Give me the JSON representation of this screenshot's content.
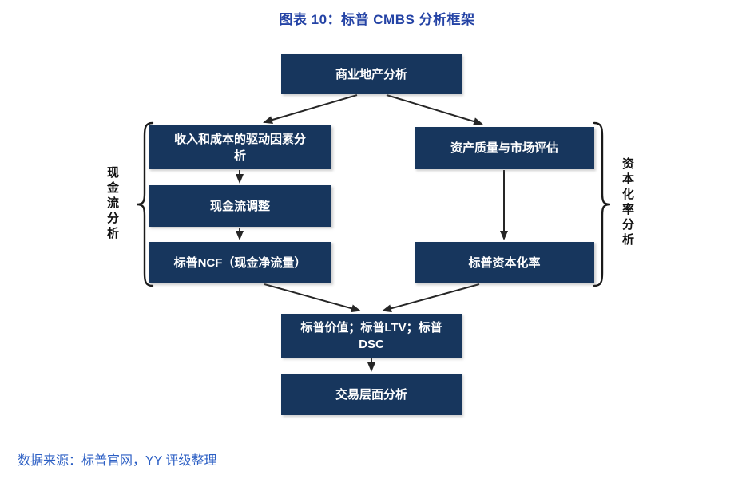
{
  "title": "图表 10：标普 CMBS 分析框架",
  "footer": "数据来源：标普官网，YY 评级整理",
  "colors": {
    "title_text": "#2443A5",
    "footer_text": "#2C5FC4",
    "node_background": "#17365D",
    "node_text": "#FFFFFF",
    "arrow": "#262626",
    "brace": "#1A1A1A"
  },
  "diagram": {
    "nodes": {
      "top": "商业地产分析",
      "left1": "收入和成本的驱动因素分析",
      "left2": "现金流调整",
      "left3": "标普NCF（现金净流量）",
      "right1": "资产质量与市场评估",
      "right2": "标普资本化率",
      "merge": "标普价值；标普LTV；标普DSC",
      "bottom": "交易层面分析"
    },
    "side_labels": {
      "left": "现金流分析",
      "right": "资本化率分析"
    },
    "edges": [
      {
        "from": "top",
        "to": "left1"
      },
      {
        "from": "top",
        "to": "right1"
      },
      {
        "from": "left1",
        "to": "left2"
      },
      {
        "from": "left2",
        "to": "left3"
      },
      {
        "from": "right1",
        "to": "right2"
      },
      {
        "from": "left3",
        "to": "merge"
      },
      {
        "from": "right2",
        "to": "merge"
      },
      {
        "from": "merge",
        "to": "bottom"
      }
    ]
  }
}
